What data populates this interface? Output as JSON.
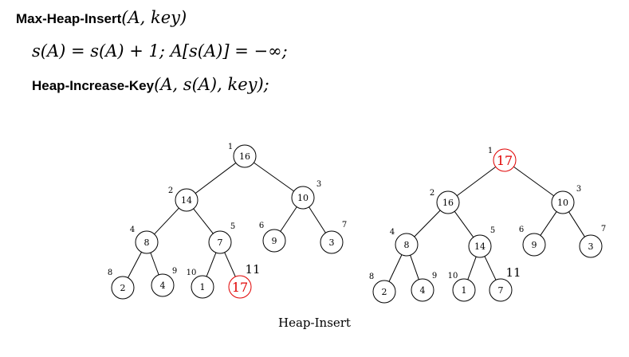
{
  "code": {
    "proc_name": "Max-Heap-Insert",
    "proc_args": "(A, key)",
    "line2": "s(A) = s(A) + 1; A[s(A)] = −∞;",
    "call_name": "Heap-Increase-Key",
    "call_args": "(A, s(A), key);"
  },
  "trees": [
    {
      "nodes": [
        {
          "index": "1",
          "value": "16",
          "highlight": false
        },
        {
          "index": "2",
          "value": "14",
          "highlight": false
        },
        {
          "index": "3",
          "value": "10",
          "highlight": false
        },
        {
          "index": "4",
          "value": "8",
          "highlight": false
        },
        {
          "index": "5",
          "value": "7",
          "highlight": false
        },
        {
          "index": "6",
          "value": "9",
          "highlight": false
        },
        {
          "index": "7",
          "value": "3",
          "highlight": false
        },
        {
          "index": "8",
          "value": "2",
          "highlight": false
        },
        {
          "index": "9",
          "value": "4",
          "highlight": false
        },
        {
          "index": "10",
          "value": "1",
          "highlight": false
        },
        {
          "index": "11",
          "value": "17",
          "highlight": true
        }
      ]
    },
    {
      "nodes": [
        {
          "index": "1",
          "value": "17",
          "highlight": true
        },
        {
          "index": "2",
          "value": "16",
          "highlight": false
        },
        {
          "index": "3",
          "value": "10",
          "highlight": false
        },
        {
          "index": "4",
          "value": "8",
          "highlight": false
        },
        {
          "index": "5",
          "value": "14",
          "highlight": false
        },
        {
          "index": "6",
          "value": "9",
          "highlight": false
        },
        {
          "index": "7",
          "value": "3",
          "highlight": false
        },
        {
          "index": "8",
          "value": "2",
          "highlight": false
        },
        {
          "index": "9",
          "value": "4",
          "highlight": false
        },
        {
          "index": "10",
          "value": "1",
          "highlight": false
        },
        {
          "index": "11",
          "value": "7",
          "highlight": false
        }
      ]
    }
  ],
  "colors": {
    "highlight": "#e00000",
    "normal": "#000000"
  },
  "caption": "Heap-Insert"
}
